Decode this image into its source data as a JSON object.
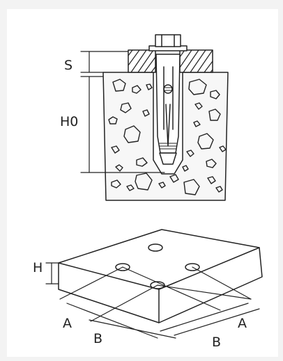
{
  "labels": {
    "s": "S",
    "h0": "H0",
    "h": "H",
    "a_left": "A",
    "b_left": "B",
    "a_right": "A",
    "b_right": "B"
  },
  "colors": {
    "background": "#f3f3f3",
    "panel": "#ffffff",
    "line": "#222222",
    "concrete": "#f7f7f7"
  }
}
